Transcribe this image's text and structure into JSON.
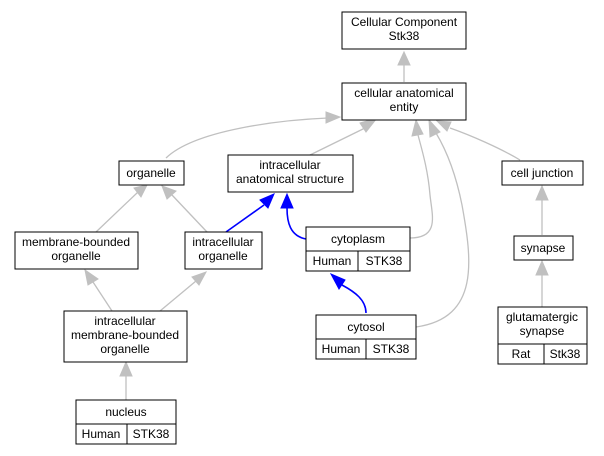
{
  "colors": {
    "human_annotation": "#ff6347",
    "rat_annotation": "#ffd700",
    "edge_default": "#c0c0c0",
    "edge_highlight": "#0000ff"
  },
  "nodes": {
    "root": [
      "Cellular Component",
      "Stk38"
    ],
    "cae": [
      "cellular anatomical",
      "entity"
    ],
    "organelle": [
      "organelle"
    ],
    "ias": [
      "intracellular",
      "anatomical structure"
    ],
    "celljunction": [
      "cell junction"
    ],
    "mbo": [
      "membrane-bounded",
      "organelle"
    ],
    "io": [
      "intracellular",
      "organelle"
    ],
    "cytoplasm": [
      "cytoplasm"
    ],
    "synapse": [
      "synapse"
    ],
    "imbo": [
      "intracellular",
      "membrane-bounded",
      "organelle"
    ],
    "cytosol": [
      "cytosol"
    ],
    "glut": [
      "glutamatergic",
      "synapse"
    ],
    "nucleus": [
      "nucleus"
    ]
  },
  "annotations": {
    "cytoplasm": [
      "Human",
      "STK38"
    ],
    "cytosol": [
      "Human",
      "STK38"
    ],
    "nucleus": [
      "Human",
      "STK38"
    ],
    "glut": [
      "Rat",
      "Stk38"
    ]
  }
}
